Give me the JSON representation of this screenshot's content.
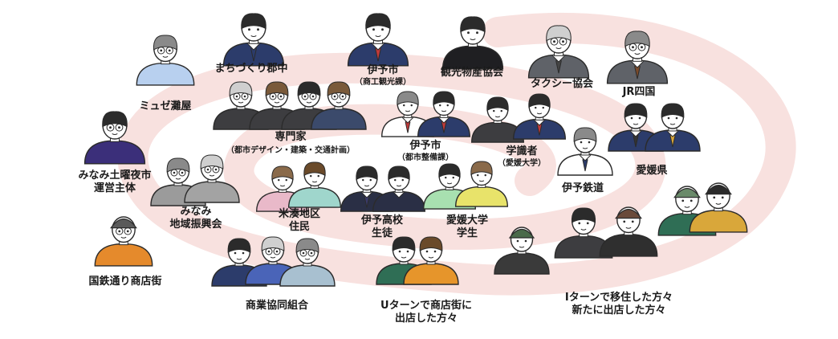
{
  "labels": {
    "machizukuri": "まちづくり郡中",
    "iyo_city_kanko": "伊予市",
    "iyo_city_kanko_sub": "（商工観光課）",
    "kanko_bussan": "観光物産協会",
    "taxi": "タクシー協会",
    "jr": "JR四国",
    "museze": "ミュゼ灘屋",
    "senmonka": "専門家",
    "senmonka_sub": "（都市デザイン・建築・交通計画）",
    "iyo_city_seibi": "伊予市",
    "iyo_city_seibi_sub": "（都市整備課）",
    "gakushiki": "学識者",
    "gakushiki_sub": "（愛媛大学）",
    "ehime_pref": "愛媛県",
    "minami_yoichi_1": "みなみ土曜夜市",
    "minami_yoichi_2": "運営主体",
    "minami_shinko_1": "みなみ",
    "minami_shinko_2": "地域振興会",
    "yonemina_1": "米湊地区",
    "yonemina_2": "住民",
    "iyo_hs_1": "伊予高校",
    "iyo_hs_2": "生徒",
    "ehime_univ_1": "愛媛大学",
    "ehime_univ_2": "学生",
    "iyo_railway": "伊予鉄道",
    "kokutetsu": "国鉄通り商店街",
    "shogyo": "商業協同組合",
    "uturn_1": "Uターンで商店街に",
    "uturn_2": "出店した方々",
    "iturn_1": "Iターンで移住した方々",
    "iturn_2": "新たに出店した方々"
  },
  "colors": {
    "spiral": "#f8e1df",
    "outline": "#2b2b2b",
    "skin": "#ffffff",
    "navy": "#2c3c6b",
    "gray_suit": "#5f6268",
    "light_blue": "#b8d0ef",
    "purple": "#3b2f7a",
    "green": "#2f6e55",
    "mustard": "#d9a73a",
    "yellow": "#e8e36a",
    "teal": "#9fd6cc",
    "pink": "#e9b9c9",
    "orange_vest": "#e58a2c",
    "dark": "#3d3d40"
  }
}
